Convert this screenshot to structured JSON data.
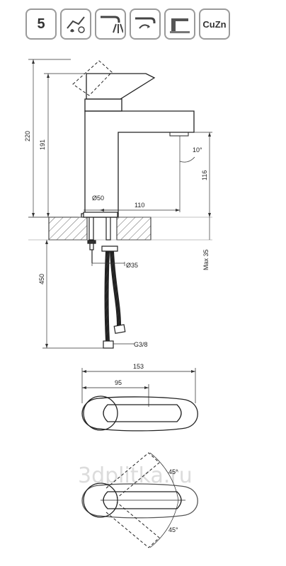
{
  "badges": {
    "warranty": "5",
    "material": "CuZn",
    "icons": [
      "eco-water-saving-icon",
      "aerator-spray-icon",
      "cold-start-icon",
      "ceramic-cartridge-icon"
    ]
  },
  "dimensions": {
    "total_height": "220",
    "body_height": "191",
    "spout_clearance": "116",
    "base_diameter": "Ø50",
    "spout_reach": "110",
    "lever_angle": "10°",
    "max_deck": "Max 35",
    "hose_length": "450",
    "shank_diameter": "Ø35",
    "thread": "G3/8",
    "lever_width": "153",
    "lever_reach": "95",
    "rotation_up": "45°",
    "rotation_down": "45°"
  },
  "watermark": "3dplitka.ru"
}
